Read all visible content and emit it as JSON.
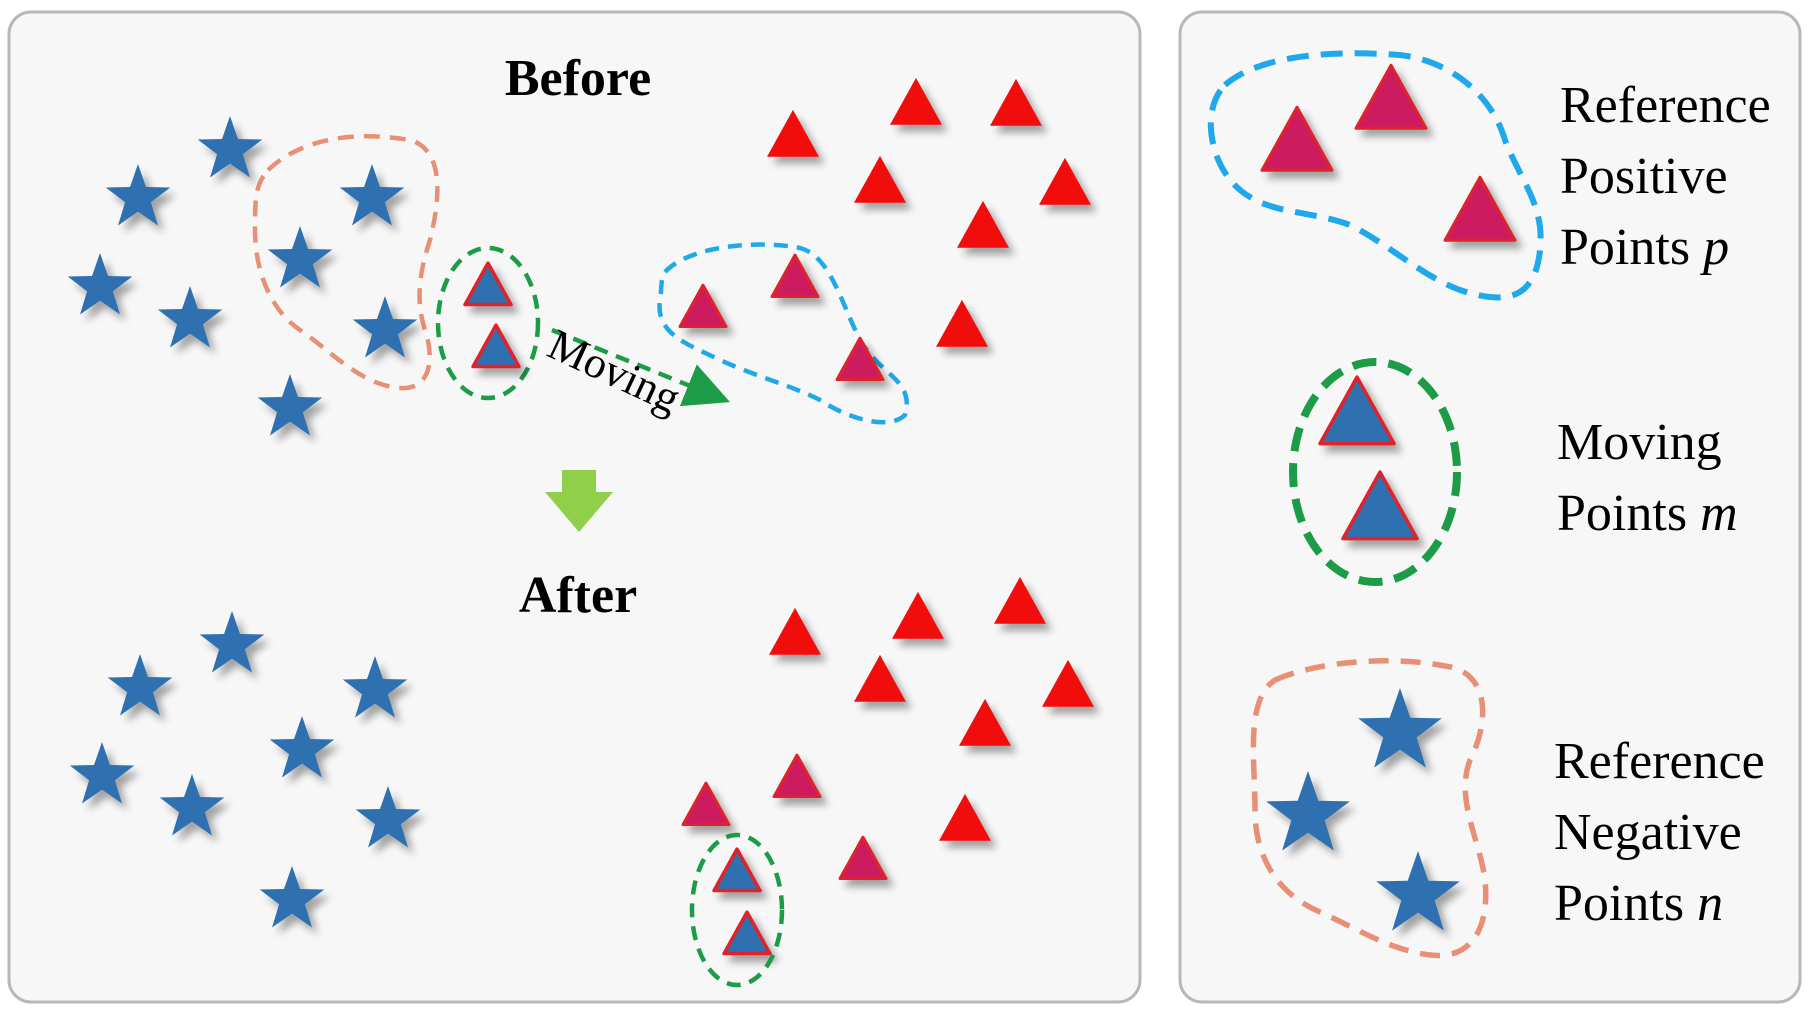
{
  "panel_main": {
    "before_title": "Before",
    "after_title": "After",
    "moving_label": "Moving"
  },
  "legend": {
    "positive": {
      "line1": "Reference",
      "line2": "Positive",
      "line3_text": "Points ",
      "symbol": "p"
    },
    "moving": {
      "line1": "Moving",
      "line2_text": "Points ",
      "symbol": "m"
    },
    "negative": {
      "line1": "Reference",
      "line2": "Negative",
      "line3_text": "Points ",
      "symbol": "n"
    }
  },
  "colors": {
    "panel_border": "#b8b8b8",
    "panel_bg": "#f7f7f7",
    "star": "#2f6fb0",
    "triangle_red": "#f20b0b",
    "triangle_crimson": "#cc1f5e",
    "triangle_moving_fill": "#2f6fb0",
    "triangle_outline": "#e0242a",
    "positive_boundary": "#1fa8ea",
    "moving_boundary": "#1d9c48",
    "negative_boundary": "#e89075",
    "down_arrow": "#8fcf4a"
  },
  "icons": {
    "negative_class": "star-icon",
    "positive_class": "triangle-icon",
    "transition": "down-arrow-icon"
  }
}
